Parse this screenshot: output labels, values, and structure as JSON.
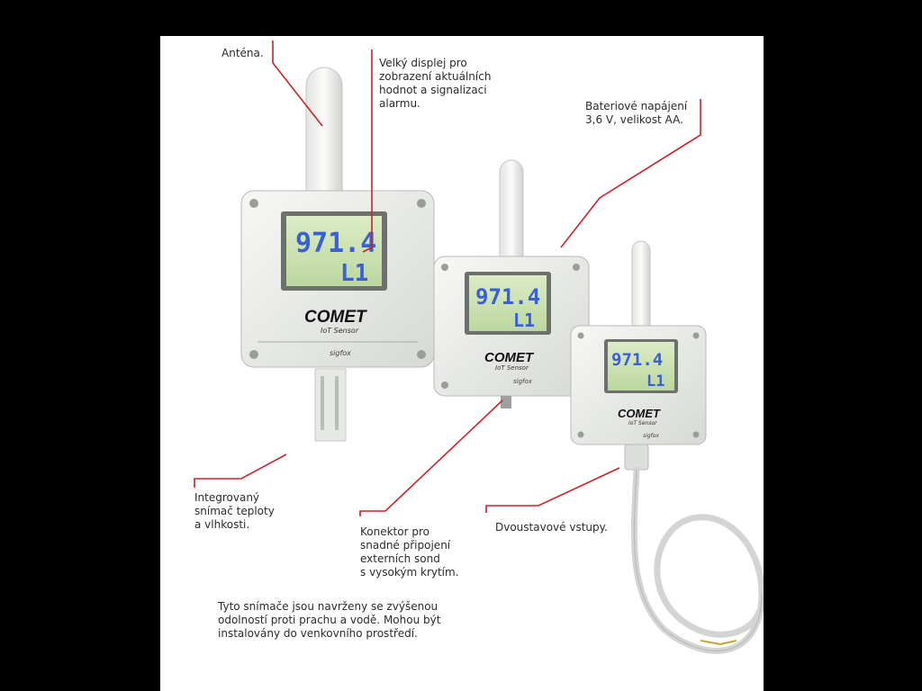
{
  "labels": {
    "antenna": "Anténa.",
    "display": "Velký displej pro\nzobrazení aktuálních\nhodnot a signalizaci\nalarmu.",
    "battery": "Bateriové napájení\n3,6 V, velikost AA.",
    "sensor": "Integrovaný\nsnímač teploty\na vlhkosti.",
    "connector": "Konektor pro\nsnadné připojení\nexterních sond\ns vysokým krytím.",
    "inputs": "Dvoustavové vstupy.",
    "footer": "Tyto snímače jsou navrženy se zvýšenou\nodolností proti prachu a vodě. Mohou být\ninstalovány do venkovního prostředí."
  },
  "devices": [
    {
      "reading": "971.4",
      "sub": "L1",
      "brand": "COMET",
      "brand_sub": "IoT Sensor",
      "network": "sigfox"
    },
    {
      "reading": "971.4",
      "sub": "L1",
      "brand": "COMET",
      "brand_sub": "IoT Sensor",
      "network": "sigfox"
    },
    {
      "reading": "971.4",
      "sub": "L1",
      "brand": "COMET",
      "brand_sub": "IoT Sensor",
      "network": "sigfox"
    }
  ],
  "colors": {
    "leader": "#c8232b",
    "lcd": "#cfe3b4",
    "lcd_text": "#3a5fd6",
    "housing": "#e9ebe8"
  }
}
